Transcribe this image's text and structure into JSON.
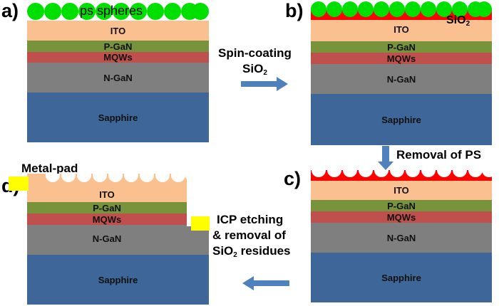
{
  "panels": {
    "a": {
      "label": "a)",
      "spheres_label": "ps spheres"
    },
    "b": {
      "label": "b)",
      "sio2_label": "SiO",
      "sio2_sub": "2"
    },
    "c": {
      "label": "c)"
    },
    "d": {
      "label": "d)",
      "metal_pad": "Metal-pad"
    }
  },
  "layers": {
    "ito": "ITO",
    "pgan": "P-GaN",
    "mqw": "MQWs",
    "ngan": "N-GaN",
    "sapphire": "Sapphire"
  },
  "steps": {
    "spin": {
      "line1": "Spin-coating",
      "line2": "SiO",
      "line2_sub": "2"
    },
    "removal": "Removal of PS",
    "icp": {
      "line1": "ICP etching",
      "line2": "& removal of",
      "line3_a": "SiO",
      "line3_sub": "2",
      "line3_b": " residues"
    }
  },
  "colors": {
    "sapphire": "#3F6698",
    "n_gan": "#7F7F7F",
    "mqws": "#C0504D",
    "p_gan": "#77933C",
    "ito": "#FAC090",
    "ps_spheres": "#00E000",
    "sio2": "#FF0000",
    "metal_pad": "#FFFF00",
    "arrow": "#4F81BD"
  }
}
